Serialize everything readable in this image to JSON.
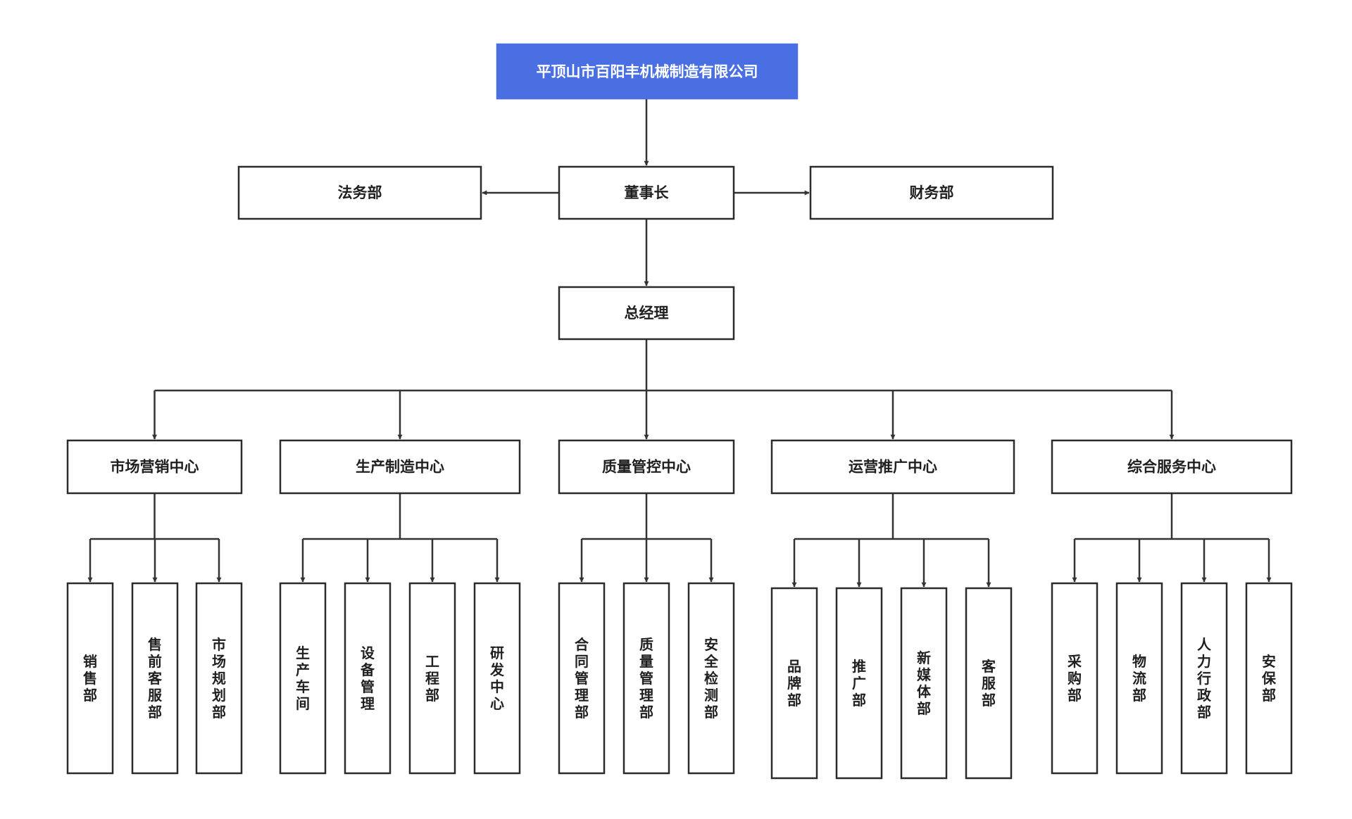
{
  "org_chart": {
    "root": "平顶山市百阳丰机械制造有限公司",
    "chairman": "董事长",
    "legal": "法务部",
    "finance": "财务部",
    "gm": "总经理",
    "centers": [
      {
        "id": "marketing-center",
        "label": "市场营销中心",
        "departments": [
          "销售部",
          "售前客服部",
          "市场规划部"
        ]
      },
      {
        "id": "production-center",
        "label": "生产制造中心",
        "departments": [
          "生产车间",
          "设备管理",
          "工程部",
          "研发中心"
        ]
      },
      {
        "id": "quality-center",
        "label": "质量管控中心",
        "departments": [
          "合同管理部",
          "质量管理部",
          "安全检测部"
        ]
      },
      {
        "id": "operations-center",
        "label": "运营推广中心",
        "departments": [
          "品牌部",
          "推广部",
          "新媒体部",
          "客服部"
        ]
      },
      {
        "id": "general-services-center",
        "label": "综合服务中心",
        "departments": [
          "采购部",
          "物流部",
          "人力行政部",
          "安保部"
        ]
      }
    ]
  },
  "colors": {
    "root_fill": "#4a6fe3",
    "box_stroke": "#2b2b2b",
    "line": "#333333"
  }
}
